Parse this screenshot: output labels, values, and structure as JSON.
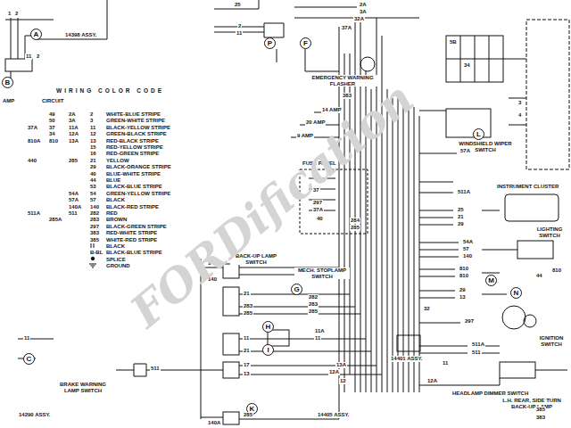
{
  "diagram": {
    "nodes": [
      {
        "text": [
          "A"
        ]
      },
      {
        "text": [
          "B"
        ]
      },
      {
        "text": [
          "P"
        ]
      },
      {
        "text": [
          "F"
        ]
      },
      {
        "text": [
          "C"
        ]
      },
      {
        "text": [
          "G"
        ]
      },
      {
        "text": [
          "H"
        ]
      },
      {
        "text": [
          "I"
        ]
      },
      {
        "text": [
          "K"
        ]
      },
      {
        "text": [
          "L"
        ]
      },
      {
        "text": [
          "M"
        ]
      },
      {
        "text": [
          "N"
        ]
      }
    ],
    "labels": [
      "14398 ASSY.",
      "11",
      "2",
      "1",
      "2",
      "25",
      "2",
      "11",
      "WIRING COLOR CODE",
      "AMP",
      "CIRCUIT",
      "49",
      "2A",
      "2",
      "WHITE-BLUE STRIPE",
      "50",
      "3A",
      "3",
      "GREEN-WHITE STRIPE",
      "37A",
      "37",
      "11A",
      "11",
      "BLACK-YELLOW STRIPE",
      "34",
      "12A",
      "12",
      "GREEN-BLACK STRIPE",
      "810A",
      "810",
      "13A",
      "13",
      "RED-BLACK STRIPE",
      "15",
      "RED-YELLOW STRIPE",
      "16",
      "RED-GREEN STRIPE",
      "440",
      "285",
      "21",
      "YELLOW",
      "29",
      "BLACK-ORANGE STRIPE",
      "40",
      "BLUE-WHITE STRIPE",
      "44",
      "BLUE",
      "53",
      "BLACK-BLUE STRIPE",
      "54A",
      "54",
      "GREEN-YELLOW STRIPE",
      "57A",
      "57",
      "BLACK",
      "140A",
      "140",
      "BLACK-RED STRIPE",
      "511A",
      "511",
      "282",
      "RED",
      "285A",
      "283",
      "BROWN",
      "297",
      "BLACK-GREEN STRIPE",
      "383",
      "RED-WHITE STRIPE",
      "385",
      "WHITE-RED STRIPE",
      "BLACK",
      "B-BL",
      "BLACK-BLUE STRIPE",
      "SPLICE",
      "GROUND",
      "EMERGENCY WARNING FLASHER",
      "383",
      "14 AMP",
      "20 AMP",
      "9 AMP",
      "44",
      "WINDSHIELD WIPER SWITCH",
      "INSTRUMENT CLUSTER",
      "FUSE PANEL",
      "LIGHTING SWITCH",
      "MECH. STOPLAMP SWITCH",
      "BACK-UP LAMP SWITCH",
      "BRAKE WARNING LAMP SWITCH",
      "14290 ASSY.",
      "14401 ASSY.",
      "14405 ASSY.",
      "HEADLAMP DIMMER SWITCH",
      "L.H. REAR, SIDE TURN BACK-UP LAMP",
      "IGNITION SWITCH",
      "37A",
      "2A",
      "3A",
      "32A",
      "54",
      "37",
      "297",
      "37A",
      "40",
      "284",
      "285",
      "25",
      "21",
      "29",
      "54A",
      "57",
      "140",
      "810",
      "810",
      "29",
      "13",
      "282",
      "283",
      "285",
      "32",
      "11A",
      "11",
      "13A",
      "12A",
      "12",
      "12A",
      "11",
      "511A",
      "511",
      "297",
      "57A",
      "511A",
      "810",
      "44",
      "385",
      "383",
      "140A",
      "140",
      "21",
      "283",
      "285",
      "11",
      "21",
      "511",
      "17",
      "13",
      "140A",
      "285",
      "11",
      "5B",
      "34",
      "3",
      "4",
      "FORDification"
    ]
  }
}
